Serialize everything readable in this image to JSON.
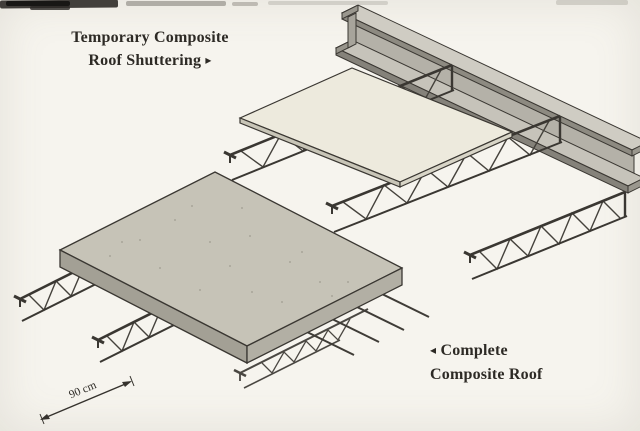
{
  "labels": {
    "temporary_shuttering": {
      "line1": "Temporary Composite",
      "line2": "Roof Shuttering",
      "pointer": "▸"
    },
    "complete_roof": {
      "pointer": "◂",
      "line1": "Complete",
      "line2": "Composite Roof"
    },
    "dimension_90cm": "90 cm"
  },
  "colors": {
    "paper": "#f6f4ee",
    "ink": "#2d2a25",
    "outline": "#3a3732",
    "steel_light": "#cfccc3",
    "steel_mid": "#b4b1a8",
    "steel_dark": "#8d8a81",
    "shuttering_panel": "#edeadd",
    "concrete_top": "#c6c3b7",
    "concrete_side_left": "#a3a095",
    "concrete_side_right": "#b2afa4"
  }
}
